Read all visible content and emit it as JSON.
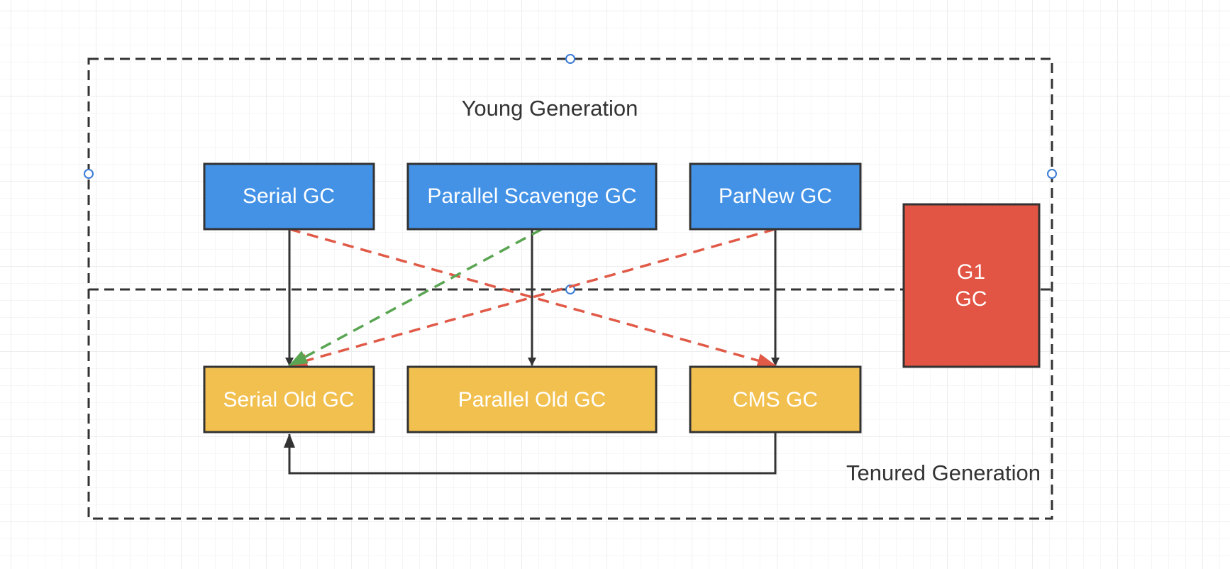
{
  "diagram": {
    "regions": {
      "young": "Young Generation",
      "tenured": "Tenured Generation"
    },
    "young_collectors": {
      "serial": "Serial GC",
      "parallel_scavenge": "Parallel Scavenge GC",
      "parnew": "ParNew GC"
    },
    "old_collectors": {
      "serial_old": "Serial Old GC",
      "parallel_old": "Parallel Old GC",
      "cms": "CMS GC"
    },
    "g1": {
      "line1": "G1",
      "line2": "GC"
    },
    "connections": [
      {
        "from": "Serial GC",
        "to": "Serial Old GC",
        "style": "solid"
      },
      {
        "from": "Parallel Scavenge GC",
        "to": "Parallel Old GC",
        "style": "solid"
      },
      {
        "from": "ParNew GC",
        "to": "CMS GC",
        "style": "solid"
      },
      {
        "from": "Serial GC",
        "to": "CMS GC",
        "style": "dashed",
        "color": "#e05a47"
      },
      {
        "from": "ParNew GC",
        "to": "Serial Old GC",
        "style": "dashed",
        "color": "#e05a47"
      },
      {
        "from": "Parallel Scavenge GC",
        "to": "Serial Old GC",
        "style": "dashed",
        "color": "#5aa552"
      },
      {
        "from": "CMS GC",
        "to": "Serial Old GC",
        "style": "solid"
      }
    ],
    "colors": {
      "young_box": "#4392e6",
      "old_box": "#f2c04f",
      "g1_box": "#e25444",
      "red_dashed": "#e05a47",
      "green_dashed": "#5aa552",
      "line": "#333333"
    }
  }
}
